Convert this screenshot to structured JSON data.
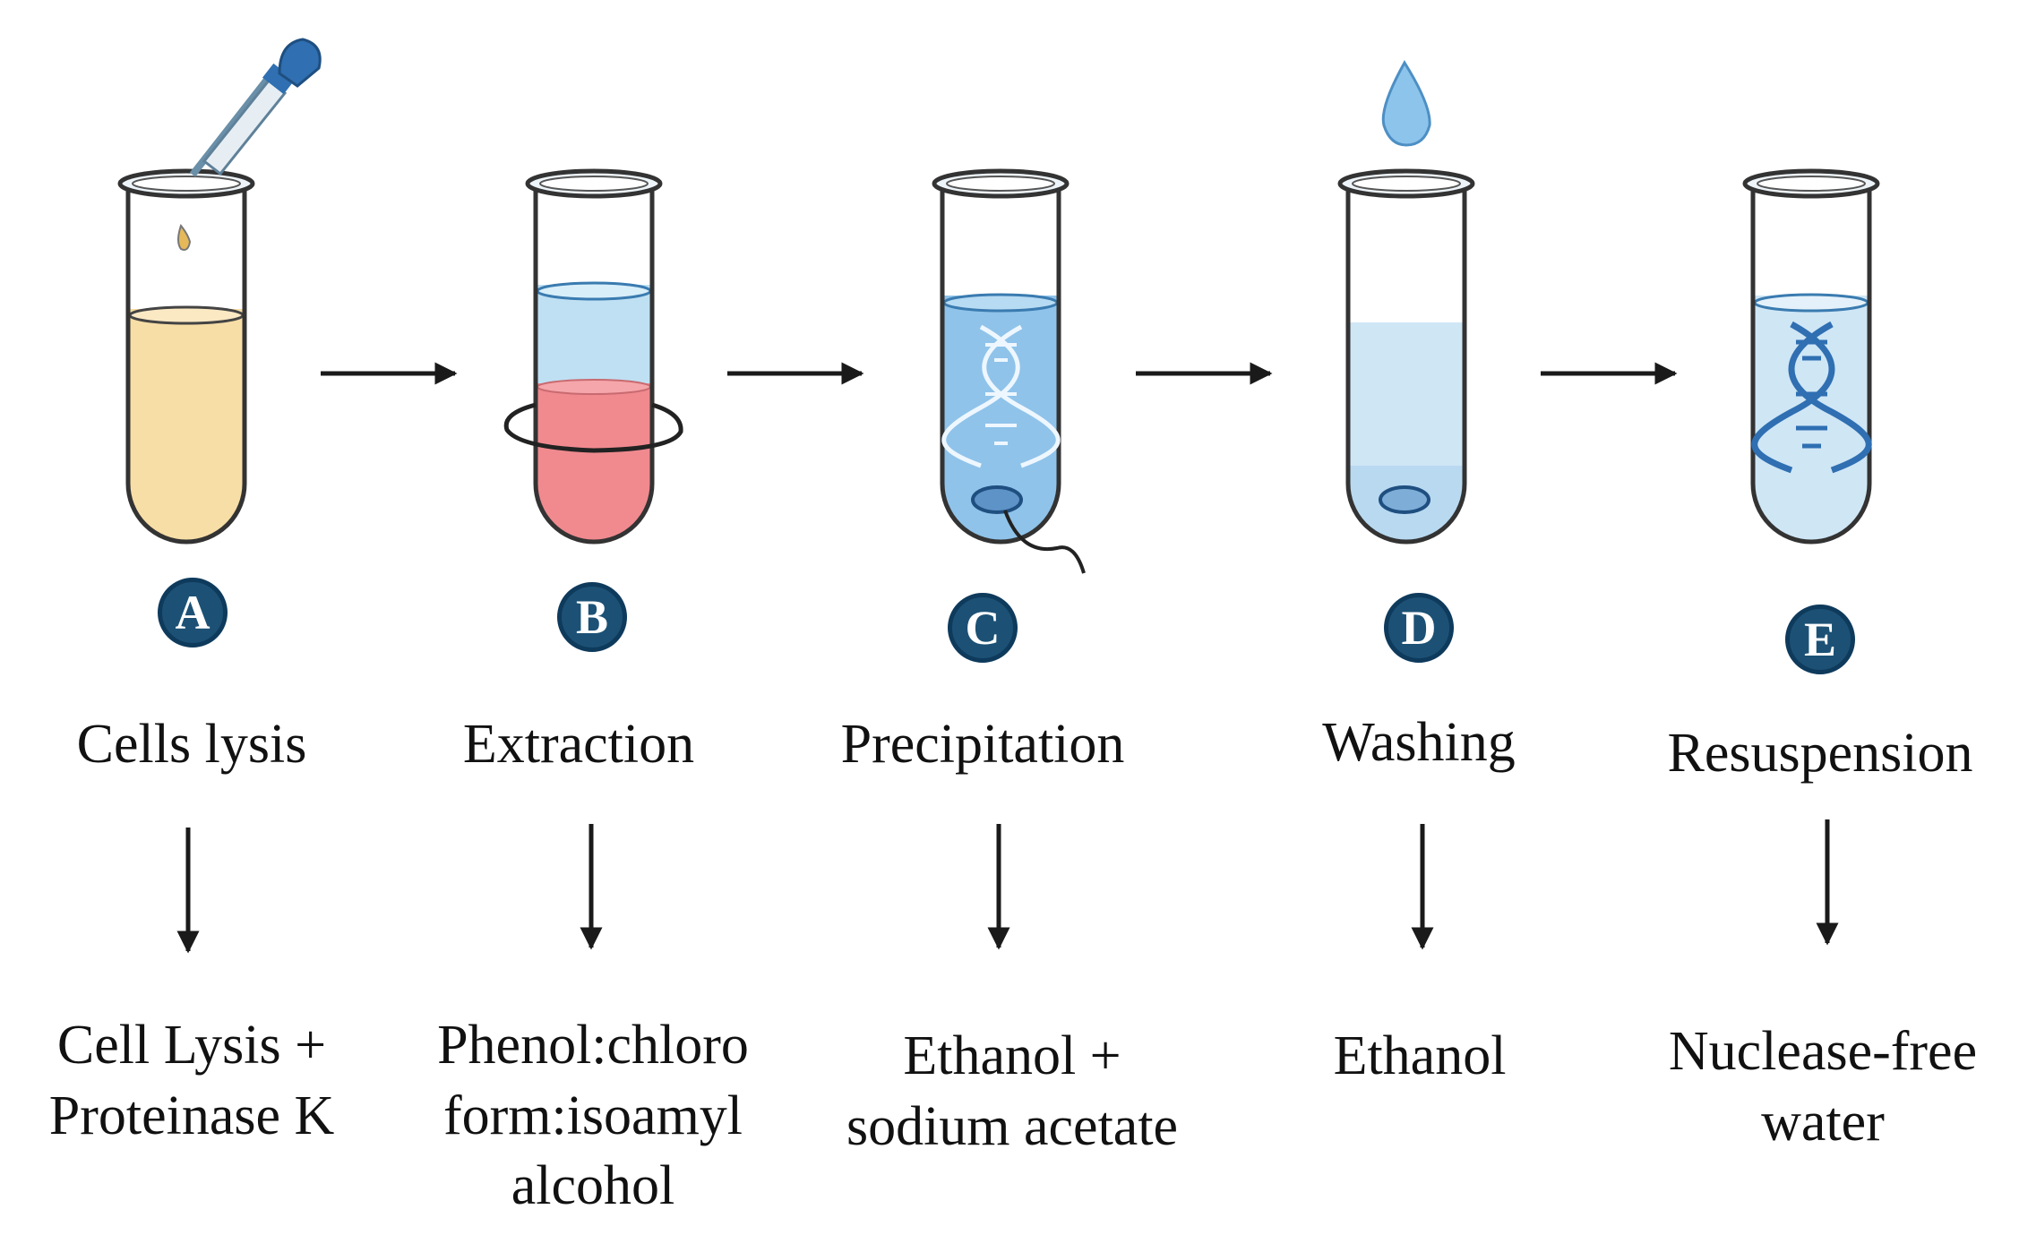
{
  "steps": [
    {
      "badge": "A",
      "label": "Cells lysis",
      "reagent_lines": [
        "Cell Lysis +",
        "Proteinase K"
      ]
    },
    {
      "badge": "B",
      "label": "Extraction",
      "reagent_lines": [
        "Phenol:chloro",
        "form:isoamyl",
        "alcohol"
      ]
    },
    {
      "badge": "C",
      "label": "Precipitation",
      "reagent_lines": [
        "Ethanol +",
        "sodium acetate"
      ]
    },
    {
      "badge": "D",
      "label": "Washing",
      "reagent_lines": [
        "Ethanol"
      ]
    },
    {
      "badge": "E",
      "label": "Resuspension",
      "reagent_lines": [
        "Nuclease-free",
        "water"
      ]
    }
  ],
  "colors": {
    "badge_fill": "#1c5175",
    "lysate": "#f7dea6",
    "extraction_upper": "#bfe0f3",
    "extraction_lower": "#f08a8f",
    "precip_liquid": "#8fc3ea",
    "wash_liquid": "#cfe6f5",
    "resusp_liquid": "#cfe6f5",
    "dna_helix": "#2f6fb2",
    "dropper": "#2f6fb2",
    "water_drop": "#8cc4ec",
    "arrow": "#1a1a1a"
  },
  "icons": [
    "dropper-icon",
    "droplet-icon",
    "dna-helix-icon",
    "pellet-icon",
    "swirl-icon"
  ]
}
